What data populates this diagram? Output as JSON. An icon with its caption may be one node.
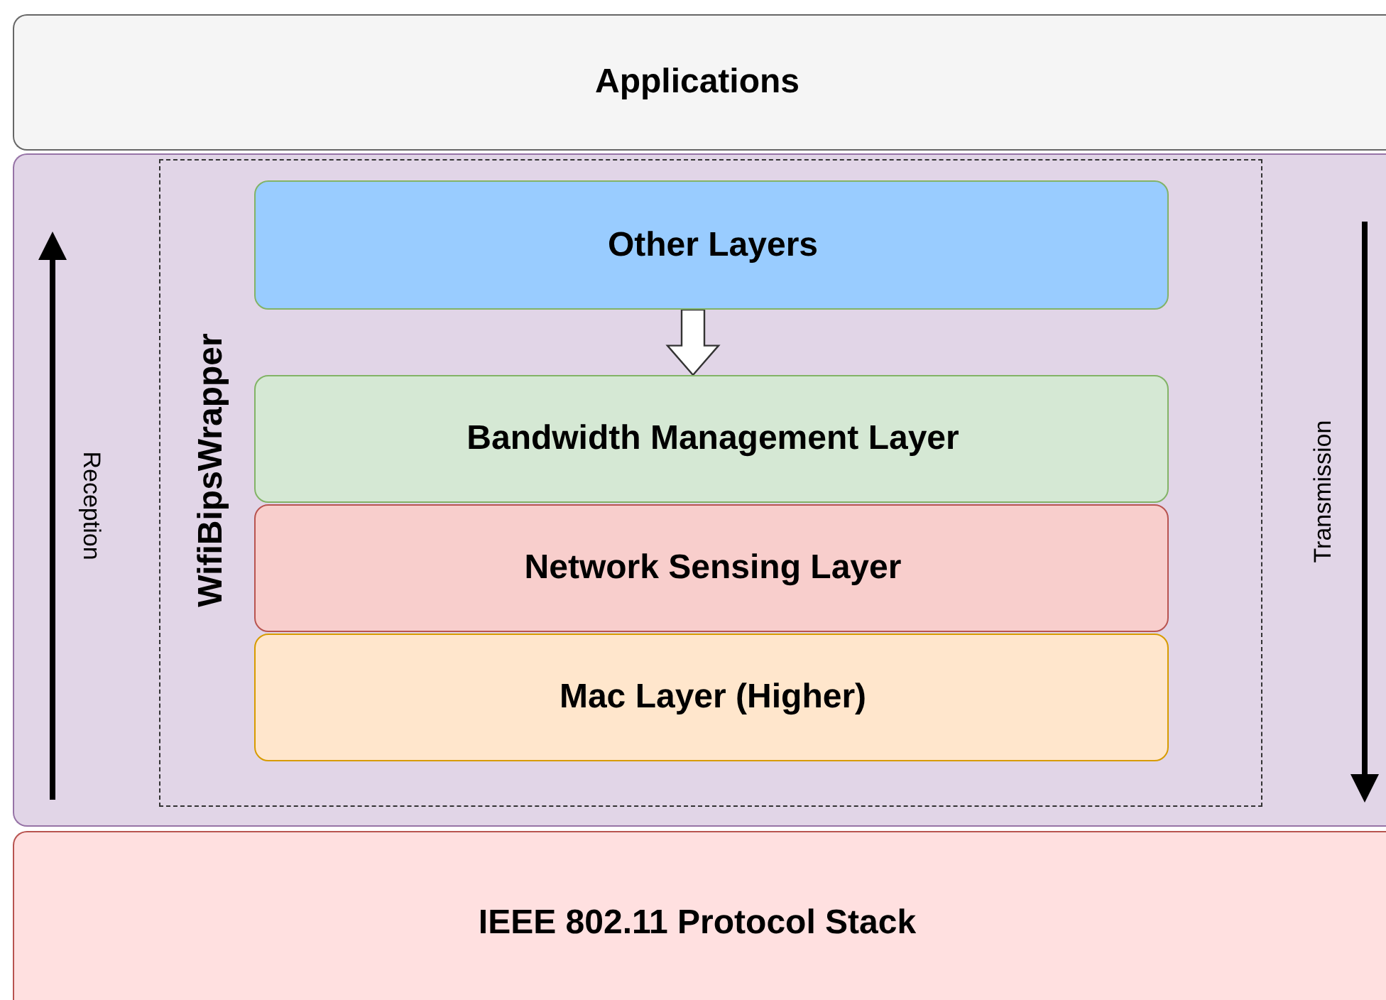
{
  "diagram": {
    "nodes": [
      {
        "text": [
          "Applications"
        ]
      },
      {
        "text": [],
        "shape": "box"
      },
      {
        "text": [
          "WifiBipsWrapper"
        ],
        "in": 1
      },
      {
        "text": [
          "Other Layers"
        ],
        "in": 2
      },
      {
        "text": [
          "Bandwidth Management Layer"
        ],
        "in": 2
      },
      {
        "text": [
          "Network Sensing Layer"
        ],
        "in": 2
      },
      {
        "text": [
          "Mac Layer (Higher)"
        ],
        "in": 2
      },
      {
        "text": [
          "IEEE 802.11 Protocol Stack"
        ]
      }
    ],
    "edges": [
      {
        "from": 3,
        "to": 4,
        "arrow": "to"
      }
    ],
    "labels": [
      "Reception",
      "Transmission"
    ]
  }
}
